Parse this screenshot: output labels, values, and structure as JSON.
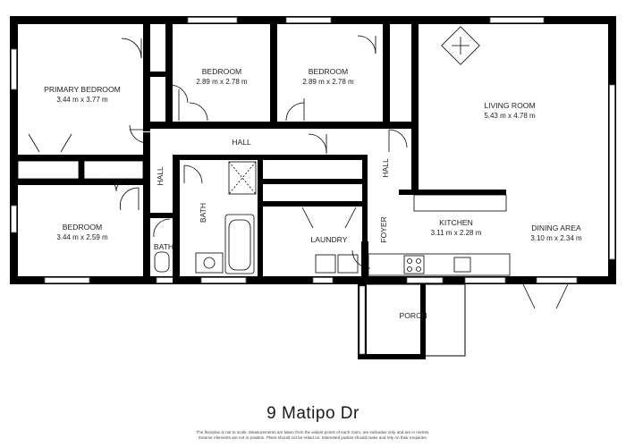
{
  "rooms": {
    "primary_bedroom": {
      "label": "PRIMARY BEDROOM",
      "dims": "3.44 m x 3.77 m"
    },
    "bedroom_2": {
      "label": "BEDROOM",
      "dims": "2.89 m x 2.78 m"
    },
    "bedroom_3": {
      "label": "BEDROOM",
      "dims": "2.89 m x 2.78 m"
    },
    "living_room": {
      "label": "LIVING ROOM",
      "dims": "5.43 m x 4.78 m"
    },
    "hall_main": {
      "label": "HALL"
    },
    "hall_left": {
      "label": "HALL"
    },
    "hall_right": {
      "label": "HALL"
    },
    "bedroom_4": {
      "label": "BEDROOM",
      "dims": "3.44 m x 2.59 m"
    },
    "bath_small": {
      "label": "BATH"
    },
    "bath_main": {
      "label": "BATH"
    },
    "laundry": {
      "label": "LAUNDRY"
    },
    "foyer": {
      "label": "FOYER"
    },
    "kitchen": {
      "label": "KITCHEN",
      "dims": "3.11 m x 2.28 m"
    },
    "dining_area": {
      "label": "DINING AREA",
      "dims": "3.10 m x 2.34 m"
    },
    "porch": {
      "label": "PORCH"
    }
  },
  "title": "9 Matipo Dr",
  "disclaimer": {
    "line1": "The floorplan is not to scale. Measurements are taken from the widest points of each room, are indicative only and are in metres.",
    "line2": "Exterior elements are not in position. Plans should not be relied on. Interested parties should make and rely on their enquiries."
  }
}
